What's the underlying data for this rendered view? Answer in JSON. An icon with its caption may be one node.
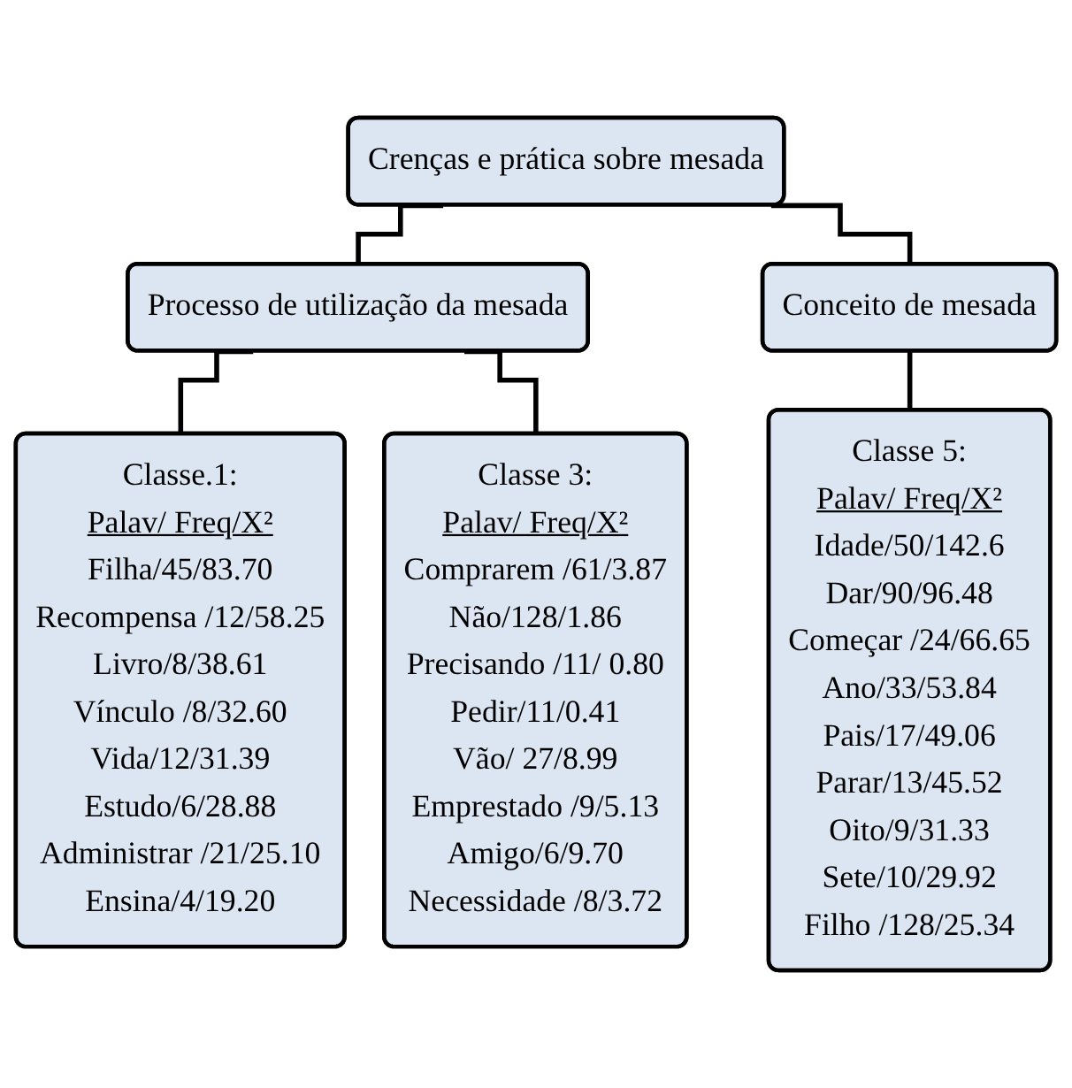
{
  "diagram": {
    "nodes": [
      {
        "text": [
          "Crenças e prática sobre mesada"
        ]
      },
      {
        "text": [
          "Processo de utilização da mesada"
        ]
      },
      {
        "text": [
          "Conceito de mesada"
        ]
      },
      {
        "text": [
          "Classe.1:",
          "Palav/ Freq/X²",
          "Filha/45/83.70",
          "Recompensa /12/58.25",
          "Livro/8/38.61",
          "Vínculo /8/32.60",
          "Vida/12/31.39",
          "Estudo/6/28.88",
          "Administrar /21/25.10",
          "Ensina/4/19.20"
        ]
      },
      {
        "text": [
          "Classe 3:",
          "Palav/ Freq/X²",
          "Comprarem /61/3.87",
          "Não/128/1.86",
          "Precisando /11/ 0.80",
          "Pedir/11/0.41",
          "Vão/ 27/8.99",
          "Emprestado /9/5.13",
          "Amigo/6/9.70",
          "Necessidade /8/3.72"
        ]
      },
      {
        "text": [
          "Classe 5:",
          "Palav/ Freq/X²",
          "Idade/50/142.6",
          "Dar/90/96.48",
          "Começar /24/66.65",
          "Ano/33/53.84",
          "Pais/17/49.06",
          "Parar/13/45.52",
          "Oito/9/31.33",
          "Sete/10/29.92",
          "Filho /128/25.34"
        ]
      }
    ],
    "edges": [
      {
        "from": 0,
        "to": 1,
        "arrow": "none"
      },
      {
        "from": 0,
        "to": 2,
        "arrow": "none"
      },
      {
        "from": 1,
        "to": 3,
        "arrow": "none"
      },
      {
        "from": 1,
        "to": 4,
        "arrow": "none"
      },
      {
        "from": 2,
        "to": 5,
        "arrow": "none"
      }
    ]
  }
}
